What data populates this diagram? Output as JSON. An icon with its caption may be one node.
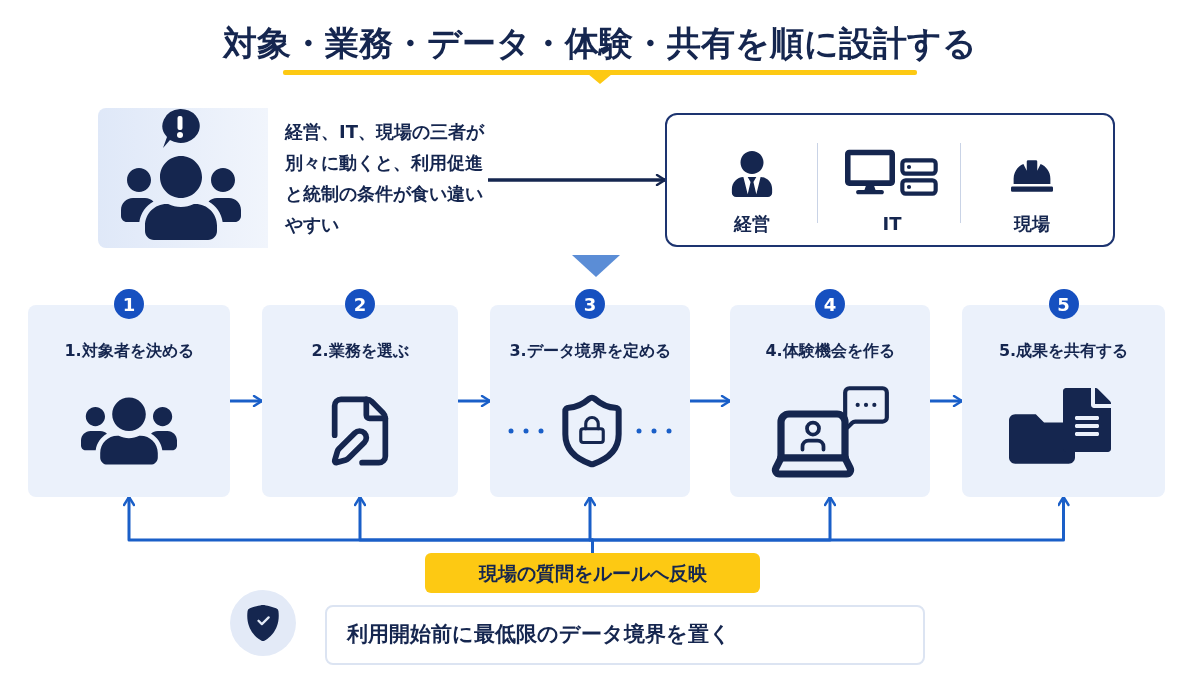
{
  "diagram": {
    "title": "対象・業務・データ・体験・共有を順に設計する",
    "nodes": [
      {
        "text": [
          "経営、IT、現場の三者が別々に動くと、利用促進と統制の条件が食い違いやすい"
        ]
      },
      {
        "text": [],
        "shape": "box"
      },
      {
        "text": [
          "経営"
        ],
        "in": 1
      },
      {
        "text": [
          "IT"
        ],
        "in": 1
      },
      {
        "text": [
          "現場"
        ],
        "in": 1
      },
      {
        "text": [
          "1",
          "1.対象者を決める"
        ]
      },
      {
        "text": [
          "2",
          "2.業務を選ぶ"
        ]
      },
      {
        "text": [
          "3",
          "3.データ境界を定める"
        ]
      },
      {
        "text": [
          "4",
          "4.体験機会を作る"
        ]
      },
      {
        "text": [
          "5",
          "5.成果を共有する"
        ]
      },
      {
        "text": [
          "現場の質問をルールへ反映"
        ]
      },
      {
        "text": [
          "利用開始前に最低限のデータ境界を置く"
        ]
      }
    ],
    "edges": [
      {
        "from": 0,
        "to": 1,
        "arrow": "to",
        "color": "#15264f"
      },
      {
        "from": 5,
        "to": 6,
        "arrow": "to"
      },
      {
        "from": 6,
        "to": 7,
        "arrow": "to"
      },
      {
        "from": 7,
        "to": 8,
        "arrow": "to"
      },
      {
        "from": 8,
        "to": 9,
        "arrow": "to"
      },
      {
        "from": 10,
        "to": 5,
        "arrow": "to"
      },
      {
        "from": 10,
        "to": 6,
        "arrow": "to"
      },
      {
        "from": 10,
        "to": 7,
        "arrow": "to"
      },
      {
        "from": 10,
        "to": 8,
        "arrow": "to"
      },
      {
        "from": 10,
        "to": 9,
        "arrow": "to"
      }
    ]
  }
}
